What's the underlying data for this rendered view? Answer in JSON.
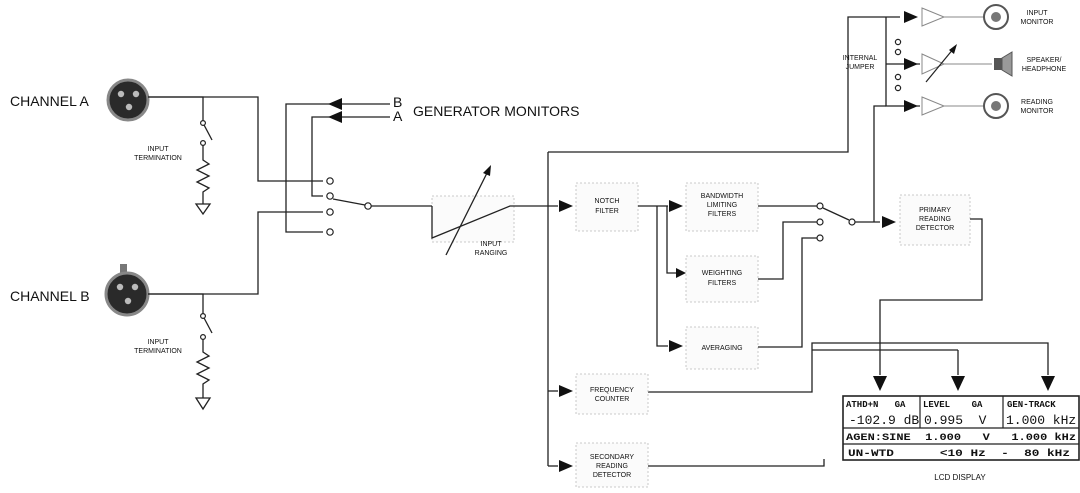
{
  "inputs": {
    "channel_a": "CHANNEL A",
    "channel_b": "CHANNEL B",
    "termination_a": [
      "INPUT",
      "TERMINATION"
    ],
    "termination_b": [
      "INPUT",
      "TERMINATION"
    ]
  },
  "generator": {
    "title": "GENERATOR MONITORS",
    "b": "B",
    "a": "A"
  },
  "ranging": [
    "INPUT",
    "RANGING"
  ],
  "blocks": {
    "notch": [
      "NOTCH",
      "FILTER"
    ],
    "bandwidth": [
      "BANDWIDTH",
      "LIMITING",
      "FILTERS"
    ],
    "weighting": [
      "WEIGHTING",
      "FILTERS"
    ],
    "averaging": [
      "AVERAGING"
    ],
    "primary": [
      "PRIMARY",
      "READING",
      "DETECTOR"
    ],
    "frequency": [
      "FREQUENCY",
      "COUNTER"
    ],
    "secondary": [
      "SECONDARY",
      "READING",
      "DETECTOR"
    ]
  },
  "monitors": {
    "jumper": [
      "INTERNAL",
      "JUMPER"
    ],
    "input_monitor": [
      "INPUT",
      "MONITOR"
    ],
    "speaker": [
      "SPEAKER/",
      "HEADPHONE"
    ],
    "reading_monitor": [
      "READING",
      "MONITOR"
    ]
  },
  "lcd": {
    "caption": "LCD DISPLAY",
    "cell1_header": "ATHD+N   GA",
    "cell1_value": "-102.9 dB",
    "cell2_header": "LEVEL    GA",
    "cell2_value": "0.995  V",
    "cell3_header": "GEN-TRACK",
    "cell3_value": "1.000 kHz",
    "row2": "AGEN:SINE  1.000   V   1.000 kHz",
    "row3": "UN-WTD      <10 Hz  -  80 kHz"
  }
}
